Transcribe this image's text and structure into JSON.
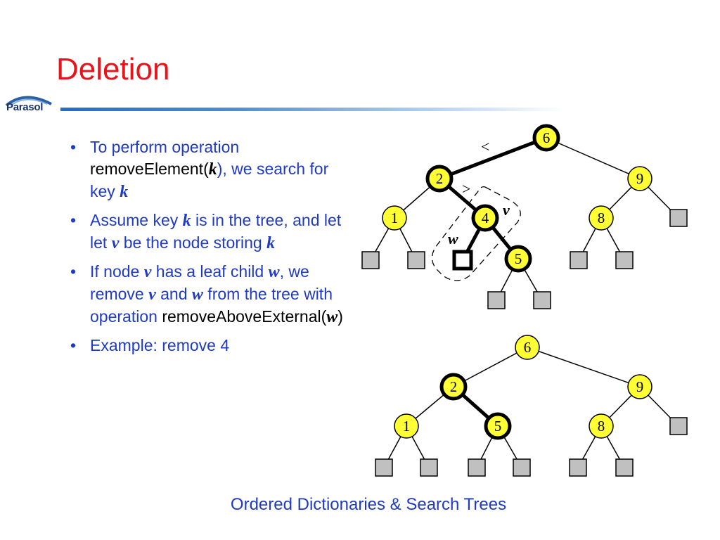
{
  "slide": {
    "title": "Deletion",
    "logo_text": "Parasol",
    "footer": "Ordered Dictionaries & Search Trees"
  },
  "bullets": [
    {
      "parts": [
        {
          "t": "To perform operation ",
          "s": "text"
        },
        {
          "t": "removeElement(",
          "s": "code"
        },
        {
          "t": "k",
          "s": "varblk"
        },
        {
          "t": "), we search for key ",
          "s": "text"
        },
        {
          "t": "k",
          "s": "var"
        }
      ]
    },
    {
      "parts": [
        {
          "t": "Assume key ",
          "s": "text"
        },
        {
          "t": "k",
          "s": "var"
        },
        {
          "t": " is in the tree, and let let ",
          "s": "text"
        },
        {
          "t": "v",
          "s": "var"
        },
        {
          "t": " be the node storing ",
          "s": "text"
        },
        {
          "t": "k",
          "s": "var"
        }
      ]
    },
    {
      "parts": [
        {
          "t": "If node ",
          "s": "text"
        },
        {
          "t": "v",
          "s": "var"
        },
        {
          "t": " has a leaf child ",
          "s": "text"
        },
        {
          "t": "w",
          "s": "var"
        },
        {
          "t": ", we remove ",
          "s": "text"
        },
        {
          "t": "v",
          "s": "var"
        },
        {
          "t": " and ",
          "s": "text"
        },
        {
          "t": "w",
          "s": "var"
        },
        {
          "t": " from the tree with operation ",
          "s": "text"
        },
        {
          "t": "removeAboveExternal(",
          "s": "code"
        },
        {
          "t": "w",
          "s": "varblk"
        },
        {
          "t": ")",
          "s": "code"
        }
      ]
    },
    {
      "parts": [
        {
          "t": "Example: remove 4",
          "s": "text"
        }
      ]
    }
  ],
  "colors": {
    "title": "#e8141b",
    "bullet_text": "#1f3ac4",
    "node_fill": "#ffff33",
    "leaf_fill": "#c0c0c0"
  },
  "trees": {
    "before": {
      "nodes": [
        "6",
        "2",
        "9",
        "1",
        "4",
        "8",
        "5"
      ],
      "highlighted_path": [
        "6",
        "2",
        "4",
        "5"
      ],
      "annotations": {
        "less_than": "<",
        "greater_than": ">",
        "v": "v",
        "w": "w"
      }
    },
    "after": {
      "nodes": [
        "6",
        "2",
        "9",
        "1",
        "5",
        "8"
      ],
      "highlighted_path": [
        "2",
        "5"
      ]
    }
  }
}
